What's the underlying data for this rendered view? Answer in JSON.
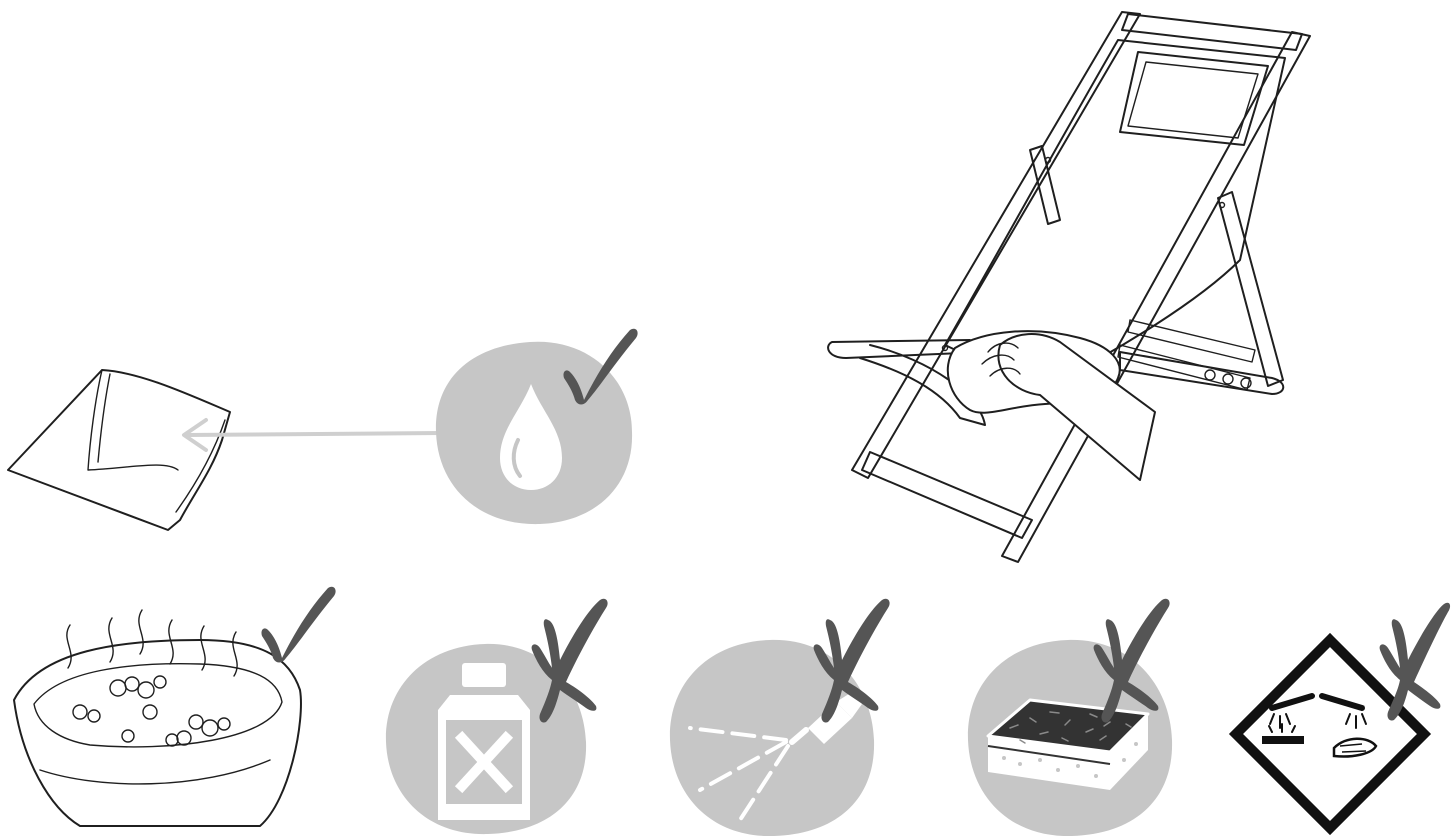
{
  "title": "",
  "colors": {
    "ink": "#1f1f1f",
    "badge_gray": "#c6c6c6",
    "mark_dark": "#555555",
    "arrow_gray": "#cfcfcf",
    "paper": "#ffffff"
  },
  "icons": {
    "main_scene": "deck-chair-wiped-with-cloth",
    "cloth": "folded-cloth-icon",
    "water": "water-drop-icon",
    "basin": "soapy-water-basin-icon",
    "solvent": "solvent-bottle-icon",
    "pressure_washer": "pressure-washer-icon",
    "sponge": "abrasive-sponge-icon",
    "corrosive": "corrosive-hazard-icon",
    "allowed_mark": "check-mark-icon",
    "forbidden_mark": "cross-mark-icon"
  },
  "instructions": [
    {
      "item": "water",
      "allowed": true
    },
    {
      "item": "warm-soapy-water",
      "allowed": true
    },
    {
      "item": "solvent",
      "allowed": false
    },
    {
      "item": "pressure-washer",
      "allowed": false
    },
    {
      "item": "abrasive-sponge",
      "allowed": false
    },
    {
      "item": "corrosive-chemicals",
      "allowed": false
    }
  ]
}
